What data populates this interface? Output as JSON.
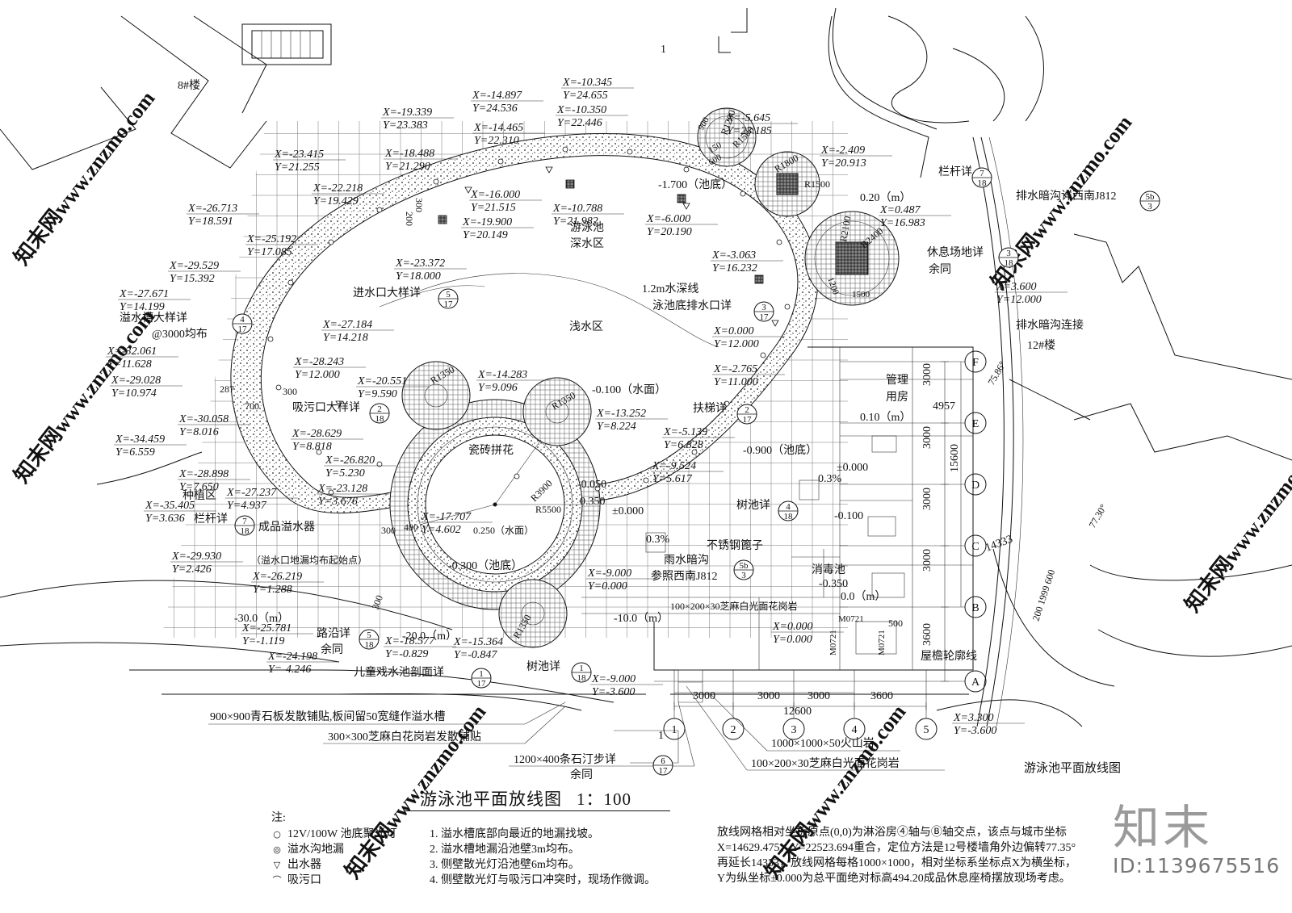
{
  "drawing": {
    "title": "游泳池平面放线图",
    "scale": "1：100",
    "sub_title": "游泳池平面放线图",
    "brand": "知末",
    "id_text": "ID:1139675516",
    "watermark": "知末网www.znzmo.com"
  },
  "site_labels": {
    "building_8": "8#楼",
    "building_12": "12#楼",
    "deep_zone_1": "游泳池",
    "deep_zone_2": "深水区",
    "shallow_zone": "浅水区",
    "tile_pattern": "瓷砖拼花",
    "planting": "种植区",
    "mgmt_1": "管理",
    "mgmt_2": "用房",
    "disinfect": "消毒池",
    "depth_line": "1.2m水深线",
    "eave_line": "屋檐轮廓线",
    "section_mark": "1"
  },
  "levels": {
    "deep_bottom": "-1.700（池底）",
    "water_surface": "-0.100（水面）",
    "shallow_bottom": "-0.900（池底）",
    "kids_surface": "0.250（水面）",
    "kids_bottom": "-0.300（池底）",
    "rest_area": "0.20（m）",
    "mgmt_floor": "0.10（m）",
    "zero": "±0.000",
    "zero_b": "±0.000",
    "neg_050": "-0.050",
    "pos_350": "0.350",
    "neg_100": "-0.100",
    "disinfect_level": "-0.350",
    "slope_1": "0.3%",
    "slope_2": "0.3%",
    "origin_level": "0.0（m）",
    "minus_10": "-10.0（m）",
    "minus_20": "-20.0（m）",
    "minus_30": "-30.0（m）"
  },
  "radii": {
    "r1350_a": "R1350",
    "r1350_b": "R1350",
    "r1350_c": "R1350",
    "r3900": "R3900",
    "r5500": "R5500",
    "r1200": "R1200",
    "r1500_a": "R1500",
    "r1800": "R1800",
    "r1500_b": "R1500",
    "r2100": "R2100",
    "r2400": "R2400"
  },
  "coords": [
    {
      "x": "X=-14.897",
      "y": "Y=24.536"
    },
    {
      "x": "X=-10.345",
      "y": "Y=24.655"
    },
    {
      "x": "X=-19.339",
      "y": "Y=23.383"
    },
    {
      "x": "X=-10.350",
      "y": "Y=22.446"
    },
    {
      "x": "X=-14.465",
      "y": "Y=22.310"
    },
    {
      "x": "X=-5.645",
      "y": "Y=23.185"
    },
    {
      "x": "X=-23.415",
      "y": "Y=21.255"
    },
    {
      "x": "X=-18.488",
      "y": "Y=21.290"
    },
    {
      "x": "X=-2.409",
      "y": "Y=20.913"
    },
    {
      "x": "X=-22.218",
      "y": "Y=19.429"
    },
    {
      "x": "X=-16.000",
      "y": "Y=21.515"
    },
    {
      "x": "X=-10.788",
      "y": "Y=21.982"
    },
    {
      "x": "X=-26.713",
      "y": "Y=18.591"
    },
    {
      "x": "X=-19.900",
      "y": "Y=20.149"
    },
    {
      "x": "X=-6.000",
      "y": "Y=20.190"
    },
    {
      "x": "X=0.487",
      "y": "Y=16.983"
    },
    {
      "x": "X=-25.192",
      "y": "Y=17.085"
    },
    {
      "x": "X=-29.529",
      "y": "Y=15.392"
    },
    {
      "x": "X=-23.372",
      "y": "Y=18.000"
    },
    {
      "x": "X=-3.063",
      "y": "Y=16.232"
    },
    {
      "x": "X=-27.671",
      "y": "Y=14.199"
    },
    {
      "x": "X=3.600",
      "y": "Y=12.000"
    },
    {
      "x": "X=-27.184",
      "y": "Y=14.218"
    },
    {
      "x": "X=0.000",
      "y": "Y=12.000"
    },
    {
      "x": "X=-32.061",
      "y": "Y=11.628"
    },
    {
      "x": "X=-28.243",
      "y": "Y=12.000"
    },
    {
      "x": "X=-29.028",
      "y": "Y=10.974"
    },
    {
      "x": "X=-20.551",
      "y": "Y=9.590"
    },
    {
      "x": "X=-14.283",
      "y": "Y=9.096"
    },
    {
      "x": "X=-2.765",
      "y": "Y=11.000"
    },
    {
      "x": "X=-13.252",
      "y": "Y=8.224"
    },
    {
      "x": "X=-30.058",
      "y": "Y=8.016"
    },
    {
      "x": "X=-28.629",
      "y": "Y=8.818"
    },
    {
      "x": "X=-34.459",
      "y": "Y=6.559"
    },
    {
      "x": "X=-5.139",
      "y": "Y=6.828"
    },
    {
      "x": "X=-26.820",
      "y": "Y=5.230"
    },
    {
      "x": "X=-28.898",
      "y": "Y=7.650"
    },
    {
      "x": "X=-9.524",
      "y": "Y=5.617"
    },
    {
      "x": "X=-23.128",
      "y": "Y=3.676"
    },
    {
      "x": "X=-27.237",
      "y": "Y=4.937"
    },
    {
      "x": "X=-35.405",
      "y": "Y=3.636"
    },
    {
      "x": "X=-17.707",
      "y": "Y=4.602"
    },
    {
      "x": "X=-29.930",
      "y": "Y=2.426"
    },
    {
      "x": "X=-26.219",
      "y": "Y=1.288"
    },
    {
      "x": "X=-9.000",
      "y": "Y=0.000"
    },
    {
      "x": "X=0.000",
      "y": "Y=0.000"
    },
    {
      "x": "X=-25.781",
      "y": "Y=-1.119"
    },
    {
      "x": "X=-18.577",
      "y": "Y=-0.829"
    },
    {
      "x": "X=-15.364",
      "y": "Y=-0.847"
    },
    {
      "x": "X=-24.198",
      "y": "Y=-4.246"
    },
    {
      "x": "X=-9.000",
      "y": "Y=-3.600"
    },
    {
      "x": "X=3.300",
      "y": "Y=-3.600"
    }
  ],
  "callouts": {
    "railing_a": "栏杆详",
    "railing_a_ref": [
      "7",
      "18"
    ],
    "drain_detail": "排水暗沟详西南J812",
    "drain_detail_ref": [
      "5b",
      "3"
    ],
    "rest_detail": "休息场地详",
    "rest_detail_ref": [
      "3",
      "18"
    ],
    "rest_detail_2": "余同",
    "drain_connect": "排水暗沟连接",
    "inlet": "进水口大样详",
    "inlet_ref": [
      "5",
      "17"
    ],
    "pool_drain": "泳池底排水口详",
    "pool_drain_ref": [
      "3",
      "17"
    ],
    "overflow": "溢水槽大样详",
    "overflow_ref": [
      "4",
      "17"
    ],
    "overflow_2": "@3000均布",
    "suction": "吸污口大样详",
    "suction_ref": [
      "2",
      "18"
    ],
    "ladder": "扶梯详",
    "ladder_ref": [
      "2",
      "17"
    ],
    "railing_b": "栏杆详",
    "railing_b_ref": [
      "7",
      "18"
    ],
    "overflow_unit": "成品溢水器",
    "overflow_start": "（溢水口地漏均布起始点）",
    "tree_pool_a": "树池详",
    "tree_pool_a_ref": [
      "4",
      "18"
    ],
    "steel_grate": "不锈钢篦子",
    "rain_drain": "雨水暗沟",
    "rain_drain_2": "参照西南J812",
    "rain_drain_ref": [
      "5b",
      "3"
    ],
    "curb": "路沿详",
    "curb_ref": [
      "5",
      "18"
    ],
    "curb_2": "余同",
    "kids_section": "儿童戏水池剖面详",
    "kids_section_ref": [
      "1",
      "17"
    ],
    "tree_pool_b": "树池详",
    "tree_pool_b_ref": [
      "1",
      "18"
    ],
    "paving_bluestone": "900×900青石板发散铺贴,板间留50宽缝作溢水槽",
    "paving_granite": "300×300芝麻白花岗岩发散铺贴",
    "stepping_stone": "1200×400条石汀步详",
    "stepping_stone_ref": [
      "6",
      "17"
    ],
    "stepping_stone_2": "余同",
    "volcanic": "1000×1000×50火山岩",
    "granite_strip": "100×200×30芝麻白光面花岗岩",
    "granite_strip_b": "100×200×30芝麻白光面花岗岩"
  },
  "dims": {
    "d300a": "300",
    "d200": "200",
    "d287": "287",
    "d300b": "300",
    "d700": "700",
    "d300c": "300",
    "d400": "400",
    "d300d": "300",
    "d900": "900",
    "d150": "150",
    "d600": "600",
    "d1500": "1500",
    "d1200": "1200",
    "d3000v1": "3000",
    "d3000v2": "3000",
    "d3000v3": "3000",
    "d3000v4": "3000",
    "d3600v": "3600",
    "d15600": "15600",
    "d4957": "4957",
    "d14333": "14333",
    "d3000h1": "3000",
    "d3000h2": "3000",
    "d3000h3": "3000",
    "d3600h": "3600",
    "d12600": "12600",
    "d500": "500",
    "d200_1999_600": "200 1999 600",
    "angle_a": "75.86°",
    "angle_b": "77.30°",
    "door_a": "M0721",
    "door_b": "M0721",
    "door_c": "M0721"
  },
  "axes_h": [
    "F",
    "E",
    "D",
    "C",
    "B",
    "A"
  ],
  "axes_v": [
    "1",
    "2",
    "3",
    "4",
    "5"
  ],
  "notes": {
    "header": "注:",
    "legend": [
      {
        "icon": "spotlight-icon",
        "text": "12V/100W 池底聚光灯"
      },
      {
        "icon": "floor-drain-icon",
        "text": "溢水沟地漏"
      },
      {
        "icon": "outlet-icon",
        "text": "出水器"
      },
      {
        "icon": "suction-icon",
        "text": "吸污口"
      }
    ],
    "list": [
      "1. 溢水槽底部向最近的地漏找坡。",
      "2. 溢水槽地漏沿池壁3m均布。",
      "3. 侧壁散光灯沿池壁6m均布。",
      "4. 侧壁散光灯与吸污口冲突时，现场作微调。"
    ],
    "description": [
      "放线网格相对坐标原点(0,0)为淋浴房④轴与Ⓑ轴交点，该点与城市坐标",
      "X=14629.475，Y=22523.694重合，定位方法是12号楼墙角外边偏转77.35°",
      "再延长14333，放线网格每格1000×1000，相对坐标系坐标点X为横坐标，",
      "Y为纵坐标±0.000为总平面绝对标高494.20成品休息座椅摆放现场考虑。"
    ]
  }
}
